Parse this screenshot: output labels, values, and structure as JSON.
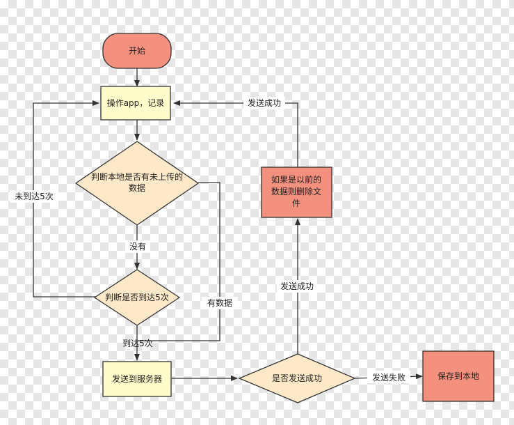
{
  "nodes": {
    "start": "开始",
    "operate": "操作app，记录",
    "check_data_line1": "判断本地是否有未上传的",
    "check_data_line2": "数据",
    "check_5": "判断是否到达5次",
    "send": "发送到服务器",
    "send_ok": "是否发送成功",
    "save_local": "保存到本地",
    "delete_line1": "如果是以前的",
    "delete_line2": "数据则删除文",
    "delete_line3": "件"
  },
  "edges": {
    "not_reached_5": "未到达5次",
    "no_data": "没有",
    "has_data": "有数据",
    "reached_5": "到达5次",
    "send_success_up": "发送成功",
    "send_success_back": "发送成功",
    "send_fail": "发送失败"
  },
  "colors": {
    "terminal": "#f4907e",
    "process_light": "#fffccc",
    "decision": "#fde8c8",
    "process_red": "#f4907e",
    "line": "#333333"
  }
}
